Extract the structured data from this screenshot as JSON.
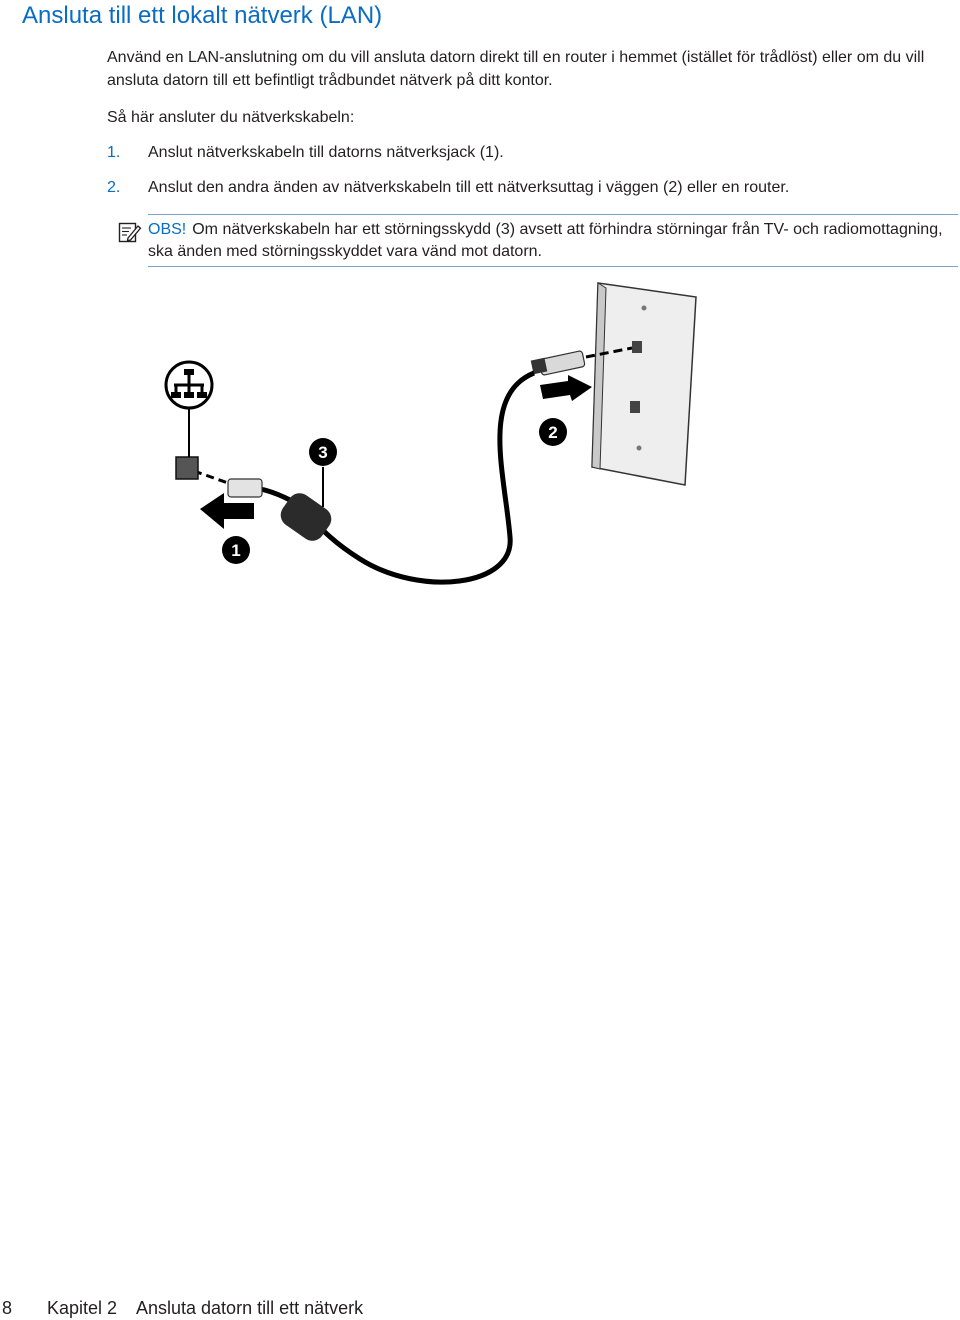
{
  "heading": "Ansluta till ett lokalt nätverk (LAN)",
  "intro": "Använd en LAN-anslutning om du vill ansluta datorn direkt till en router i hemmet (istället för trådlöst) eller om du vill ansluta datorn till ett befintligt trådbundet nätverk på ditt kontor.",
  "howto": "Så här ansluter du nätverkskabeln:",
  "steps": [
    {
      "num": "1.",
      "text": "Anslut nätverkskabeln till datorns nätverksjack (1)."
    },
    {
      "num": "2.",
      "text": "Anslut den andra änden av nätverkskabeln till ett nätverksuttag i väggen (2) eller en router."
    }
  ],
  "note": {
    "icon": "note-pencil-icon",
    "label": "OBS!",
    "text": "Om nätverkskabeln har ett störningsskydd (3) avsett att förhindra störningar från TV- och radiomottagning, ska änden med störningsskyddet vara vänd mot datorn."
  },
  "figure": {
    "callouts": [
      "1",
      "2",
      "3"
    ],
    "icons": [
      "network-jack-icon",
      "wall-outlet-icon",
      "arrow-icon"
    ]
  },
  "footer": {
    "page_number": "8",
    "chapter": "Kapitel 2",
    "chapter_title": "Ansluta datorn till ett nätverk"
  },
  "colors": {
    "accent": "#0a6cc4",
    "text": "#231f20",
    "rule": "#7b9fcf"
  }
}
